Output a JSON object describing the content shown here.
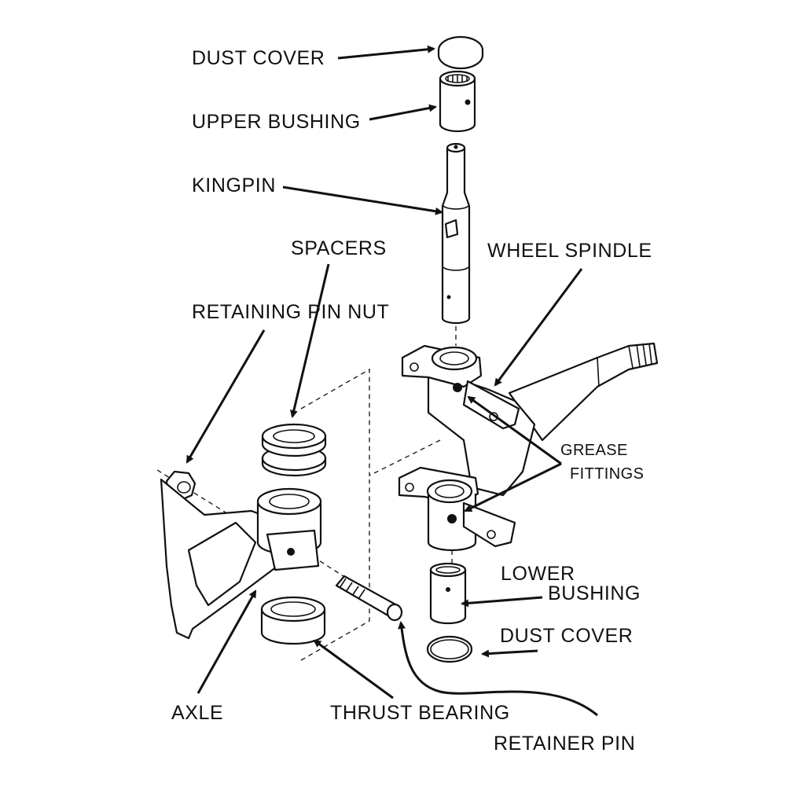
{
  "labels": {
    "dust_cover_top": "DUST COVER",
    "upper_bushing": "UPPER BUSHING",
    "kingpin": "KINGPIN",
    "spacers": "SPACERS",
    "wheel_spindle": "WHEEL SPINDLE",
    "retaining_pin_nut": "RETAINING PIN NUT",
    "grease_line1": "GREASE",
    "grease_line2": "FITTINGS",
    "lower_line1": "LOWER",
    "lower_line2": "BUSHING",
    "dust_cover_bottom": "DUST COVER",
    "axle": "AXLE",
    "thrust_bearing": "THRUST BEARING",
    "retainer_pin": "RETAINER PIN"
  },
  "colors": {
    "ink": "#111111",
    "paper": "#ffffff"
  }
}
